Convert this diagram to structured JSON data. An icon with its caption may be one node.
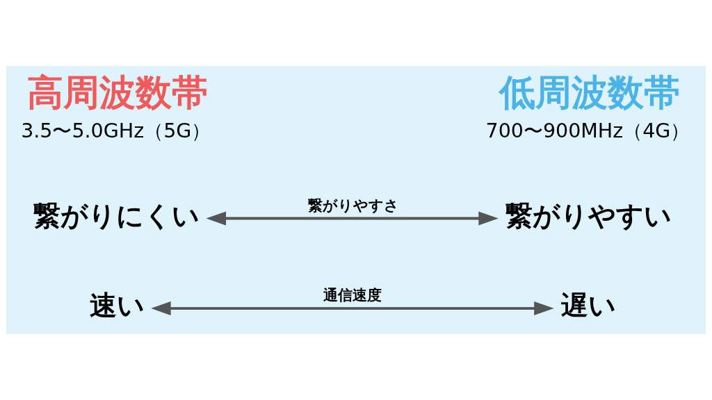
{
  "diagram": {
    "nodes": [
      {
        "text": [
          "高周波数帯",
          "3.5〜5.0GHz（5G）"
        ]
      },
      {
        "text": [
          "低周波数帯",
          "700〜900MHz（4G）"
        ]
      },
      {
        "text": [
          "繋がりにくい"
        ]
      },
      {
        "text": [
          "繋がりやすい"
        ]
      },
      {
        "text": [
          "速い"
        ]
      },
      {
        "text": [
          "遅い"
        ]
      }
    ],
    "edges": [
      {
        "from": 2,
        "to": 3,
        "arrow": "both",
        "label": "繋がりやすさ",
        "color": "#555555"
      },
      {
        "from": 4,
        "to": 5,
        "arrow": "both",
        "label": "通信速度",
        "color": "#555555"
      }
    ]
  }
}
